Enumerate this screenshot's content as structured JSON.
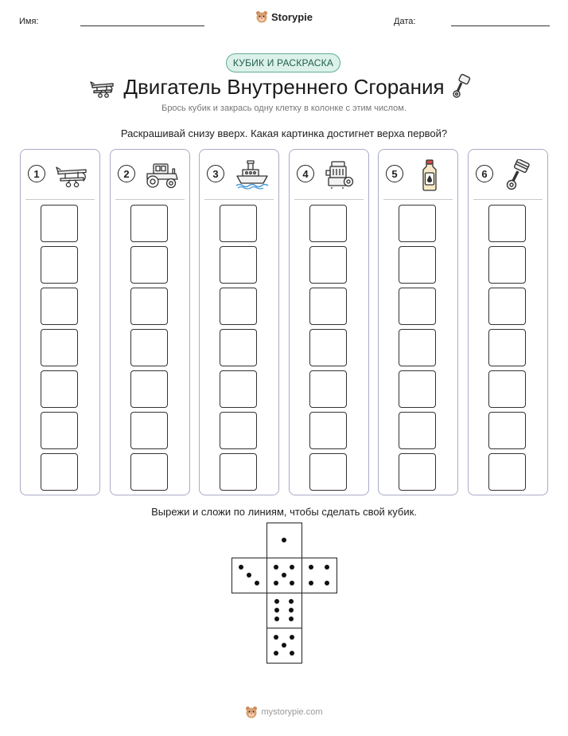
{
  "header": {
    "name_label": "Имя:",
    "date_label": "Дата:",
    "brand": "Storypie",
    "brand_icon": "bear-face-icon"
  },
  "badge": "КУБИК И РАСКРАСКА",
  "title": "Двигатель Внутреннего Сгорания",
  "title_icons": [
    "airplane-icon",
    "piston-icon"
  ],
  "subtitle": "Брось кубик и закрась одну клетку в колонке с этим числом.",
  "instruction": "Раскрашивай снизу вверх. Какая картинка достигнет верха первой?",
  "columns": [
    {
      "number": "1",
      "icon": "airplane-icon",
      "cells": 7
    },
    {
      "number": "2",
      "icon": "tractor-icon",
      "cells": 7
    },
    {
      "number": "3",
      "icon": "steamboat-icon",
      "cells": 7
    },
    {
      "number": "4",
      "icon": "engine-icon",
      "cells": 7
    },
    {
      "number": "5",
      "icon": "oil-bottle-icon",
      "cells": 7
    },
    {
      "number": "6",
      "icon": "piston-icon",
      "cells": 7
    }
  ],
  "cut_instruction": "Вырежи и сложи по линиям, чтобы сделать свой кубик.",
  "die_faces": [
    1,
    3,
    5,
    4,
    6,
    5
  ],
  "footer": {
    "text": "mystorypie.com",
    "icon": "bear-face-icon"
  },
  "colors": {
    "badge_border": "#5cae98",
    "badge_fill": "#dcf1ea",
    "column_border": "#a9acc6"
  }
}
